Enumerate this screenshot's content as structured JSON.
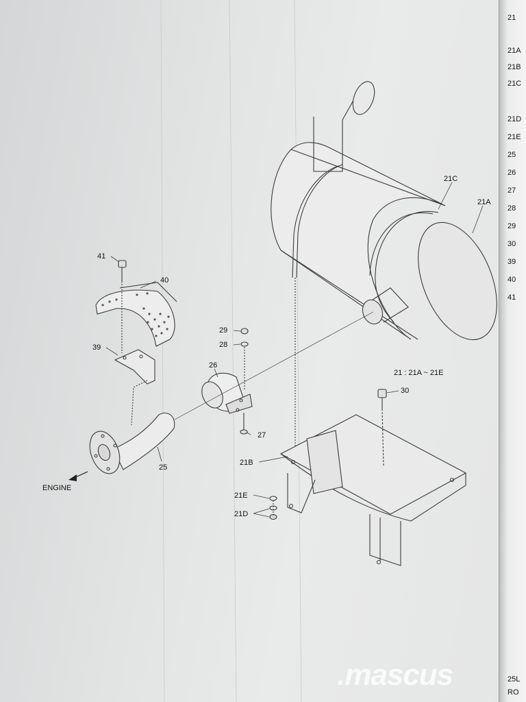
{
  "right_index": [
    "21",
    "21A",
    "21B",
    "21C",
    "21D",
    "21E",
    "25",
    "26",
    "27",
    "28",
    "29",
    "30",
    "39",
    "40",
    "41"
  ],
  "right_bottom": [
    "25L",
    "RO"
  ],
  "callouts": {
    "c41": "41",
    "c40": "40",
    "c39": "39",
    "c25": "25",
    "c26": "26",
    "c27": "27",
    "c28": "28",
    "c29": "29",
    "c30": "30",
    "c21A": "21A",
    "c21B": "21B",
    "c21C": "21C",
    "c21D": "21D",
    "c21E": "21E"
  },
  "engine_label": "ENGINE",
  "assembly_note": "21 : 21A ~ 21E",
  "watermark": ".mascus"
}
